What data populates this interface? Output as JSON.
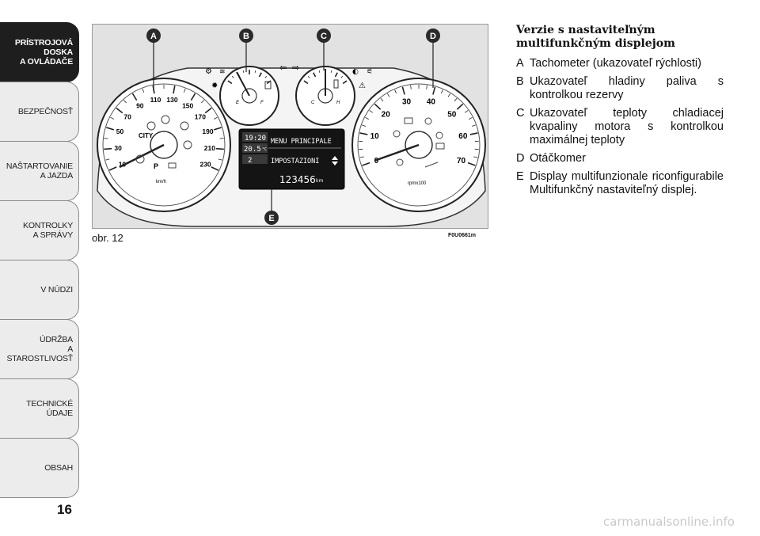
{
  "sidebar": {
    "tabs": [
      {
        "label": "PRÍSTROJOVÁ\nDOSKA\nA OVLÁDAČE",
        "active": true
      },
      {
        "label": "BEZPEČNOSŤ",
        "active": false
      },
      {
        "label": "NAŠTARTOVANIE\nA JAZDA",
        "active": false
      },
      {
        "label": "KONTROLKY\nA SPRÁVY",
        "active": false
      },
      {
        "label": "V NÚDZI",
        "active": false
      },
      {
        "label": "ÚDRŽBA\nA STAROSTLIVOSŤ",
        "active": false
      },
      {
        "label": "TECHNICKÉ ÚDAJE",
        "active": false
      },
      {
        "label": "OBSAH",
        "active": false
      }
    ]
  },
  "page_number": "16",
  "figure": {
    "caption": "obr. 12",
    "code": "F0U0661m",
    "callouts": [
      "A",
      "B",
      "C",
      "D",
      "E"
    ],
    "speedometer": {
      "ticks": [
        "10",
        "30",
        "50",
        "70",
        "90",
        "110",
        "130",
        "150",
        "170",
        "190",
        "210",
        "230"
      ],
      "unit": "km/h",
      "mode_label": "CITY"
    },
    "fuel_gauge": {
      "left": "E",
      "right": "F"
    },
    "temp_gauge": {
      "left": "C",
      "right": "H"
    },
    "tachometer": {
      "ticks": [
        "0",
        "10",
        "20",
        "30",
        "40",
        "50",
        "60",
        "70"
      ],
      "unit": "rpmx100"
    },
    "display": {
      "time": "19:20",
      "temperature": "20.5",
      "temperature_unit": "°C",
      "gear": "2",
      "menu_title": "MENU PRINCIPALE",
      "menu_item": "IMPOSTAZIONI",
      "odometer": "123456",
      "odometer_unit": "km"
    }
  },
  "content": {
    "heading": "Verzie s nastaviteľným multifunkčným displejom",
    "items": [
      {
        "key": "A",
        "text": "Tachometer (ukazovateľ rýchlosti)"
      },
      {
        "key": "B",
        "text": "Ukazovateľ hladiny paliva s kontrolkou rezervy"
      },
      {
        "key": "C",
        "text": "Ukazovateľ teploty chladiacej kvapaliny motora s kontrolkou maximálnej teploty"
      },
      {
        "key": "D",
        "text": "Otáčkomer"
      },
      {
        "key": "E",
        "text": "Display multifunzionale riconfigurabile Multifunkčný nastaviteľný displej."
      }
    ]
  },
  "watermark": "carmanualsonline.info",
  "colors": {
    "sidebar_active": "#1e1e1e",
    "sidebar_inactive": "#ececec",
    "callout": "#2a2a2a",
    "display_bg": "#141414"
  }
}
